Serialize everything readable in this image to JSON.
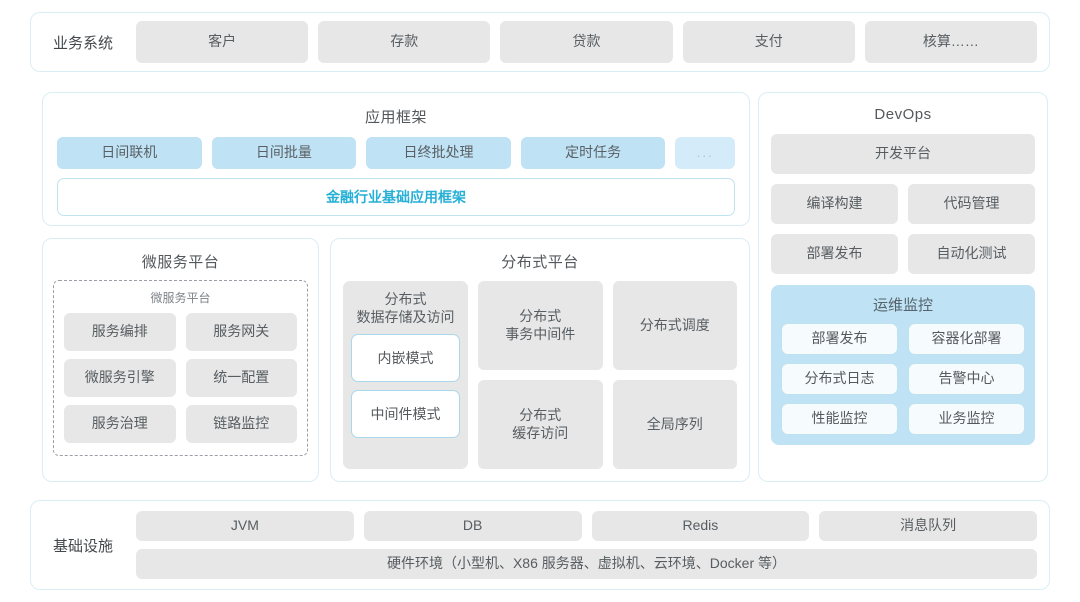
{
  "business": {
    "label": "业务系统",
    "items": [
      "客户",
      "存款",
      "贷款",
      "支付",
      "核算……"
    ]
  },
  "app_framework": {
    "title": "应用框架",
    "chips": [
      "日间联机",
      "日间批量",
      "日终批处理",
      "定时任务",
      "..."
    ],
    "base_label": "金融行业基础应用框架"
  },
  "microservice": {
    "title": "微服务平台",
    "sub_title": "微服务平台",
    "items": [
      "服务编排",
      "服务网关",
      "微服务引擎",
      "统一配置",
      "服务治理",
      "链路监控"
    ]
  },
  "distributed": {
    "title": "分布式平台",
    "tall_card": {
      "title": "分布式\n数据存储及访问",
      "modes": [
        "内嵌模式",
        "中间件模式"
      ]
    },
    "cells": [
      "分布式\n事务中间件",
      "分布式调度",
      "分布式\n缓存访问",
      "全局序列"
    ]
  },
  "devops": {
    "title": "DevOps",
    "platform": "开发平台",
    "items": [
      "编译构建",
      "代码管理",
      "部署发布",
      "自动化测试"
    ],
    "ops": {
      "title": "运维监控",
      "items": [
        "部署发布",
        "容器化部署",
        "分布式日志",
        "告警中心",
        "性能监控",
        "业务监控"
      ]
    }
  },
  "infrastructure": {
    "label": "基础设施",
    "items": [
      "JVM",
      "DB",
      "Redis",
      "消息队列"
    ],
    "hardware": "硬件环境（小型机、X86 服务器、虚拟机、云环境、Docker 等）"
  },
  "colors": {
    "panel_border": "#d9eef4",
    "chip_gray": "#e7e7e7",
    "chip_blue": "#bfe2f4",
    "accent_cyan": "#27b0d6",
    "text": "#575d61"
  }
}
